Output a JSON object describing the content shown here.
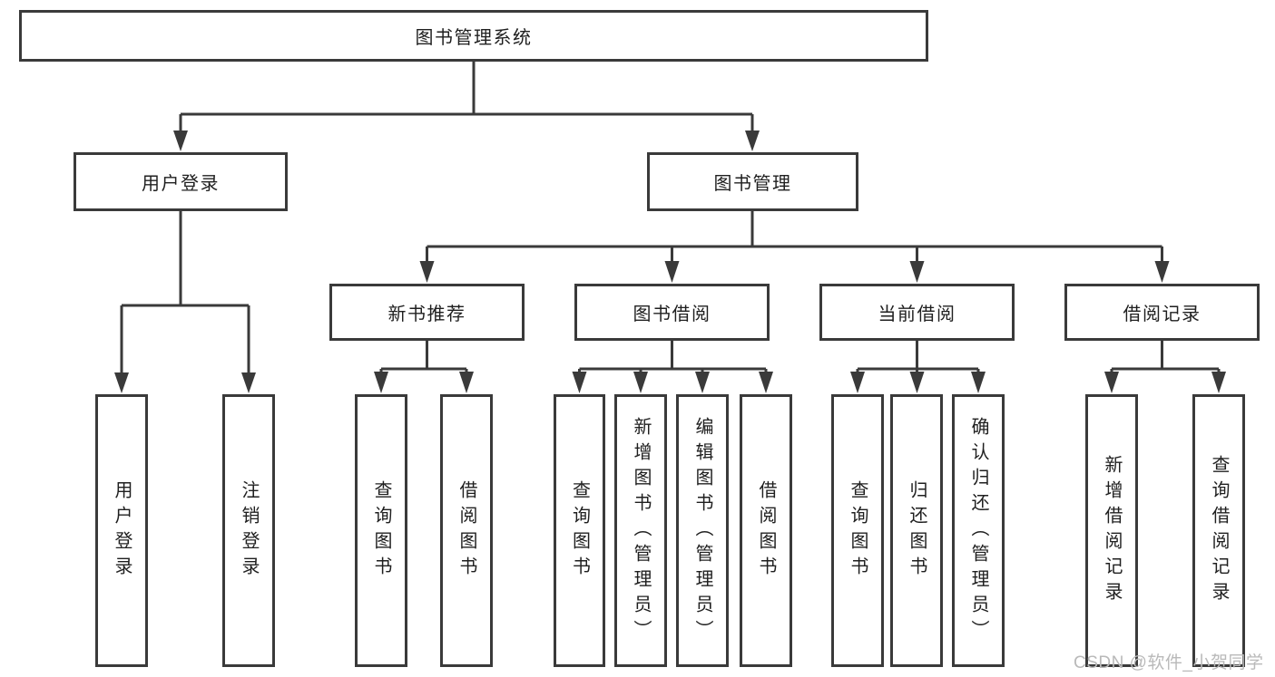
{
  "tree": {
    "root": {
      "label": "图书管理系统"
    },
    "branches": [
      {
        "label": "用户登录",
        "children": [
          {
            "label": "用户登录"
          },
          {
            "label": "注销登录"
          }
        ]
      },
      {
        "label": "图书管理",
        "children": [
          {
            "label": "新书推荐",
            "children": [
              {
                "label": "查询图书"
              },
              {
                "label": "借阅图书"
              }
            ]
          },
          {
            "label": "图书借阅",
            "children": [
              {
                "label": "查询图书"
              },
              {
                "label": "新增图书（管理员）"
              },
              {
                "label": "编辑图书（管理员）"
              },
              {
                "label": "借阅图书"
              }
            ]
          },
          {
            "label": "当前借阅",
            "children": [
              {
                "label": "查询图书"
              },
              {
                "label": "归还图书"
              },
              {
                "label": "确认归还（管理员）"
              }
            ]
          },
          {
            "label": "借阅记录",
            "children": [
              {
                "label": "新增借阅记录"
              },
              {
                "label": "查询借阅记录"
              }
            ]
          }
        ]
      }
    ]
  },
  "watermark": "CSDN @软件_小贺同学",
  "colors": {
    "line": "#3a3a3a",
    "text": "#1f1f1f",
    "watermark": "#b9b9b9",
    "background": "#ffffff"
  }
}
